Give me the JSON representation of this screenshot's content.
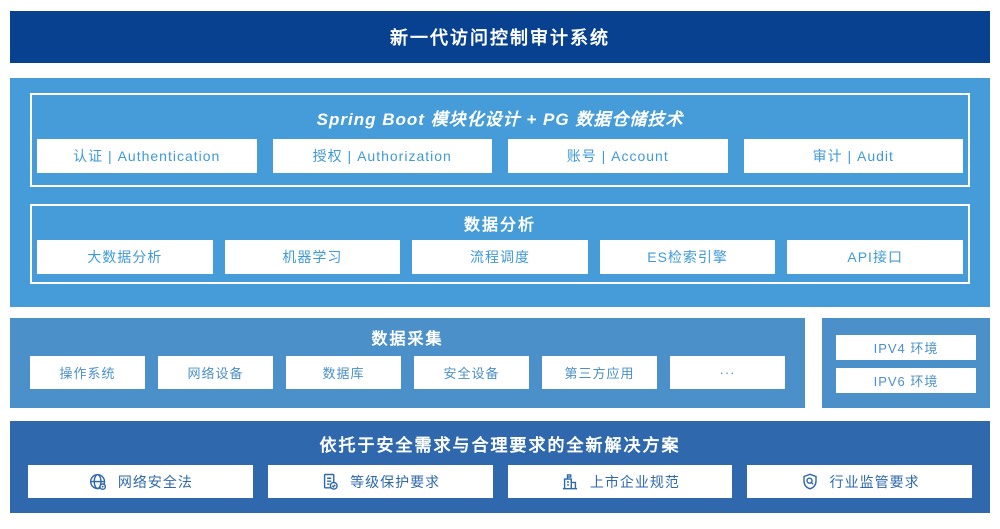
{
  "banner": {
    "title": "新一代访问控制审计系统"
  },
  "colors": {
    "banner_bg": "#07418f",
    "platform_bg": "#459cd8",
    "collection_bg": "#4b90c8",
    "solution_bg": "#2f68ad",
    "box_bg": "#ffffff"
  },
  "platform": {
    "title": "Spring Boot 模块化设计 + PG 数据仓储技术",
    "modules": [
      "认证 | Authentication",
      "授权 | Authorization",
      "账号 | Account",
      "审计 | Audit"
    ],
    "analysis": {
      "title": "数据分析",
      "items": [
        "大数据分析",
        "机器学习",
        "流程调度",
        "ES检索引擎",
        "API接口"
      ]
    }
  },
  "collection": {
    "title": "数据采集",
    "sources": [
      "操作系统",
      "网络设备",
      "数据库",
      "安全设备",
      "第三方应用",
      "···"
    ],
    "environments": [
      "IPV4 环境",
      "IPV6 环境"
    ]
  },
  "solution": {
    "title": "依托于安全需求与合理要求的全新解决方案",
    "items": [
      {
        "icon": "globe-icon",
        "label": "网络安全法"
      },
      {
        "icon": "document-check-icon",
        "label": "等级保护要求"
      },
      {
        "icon": "building-icon",
        "label": "上市企业规范"
      },
      {
        "icon": "shield-search-icon",
        "label": "行业监管要求"
      }
    ]
  }
}
